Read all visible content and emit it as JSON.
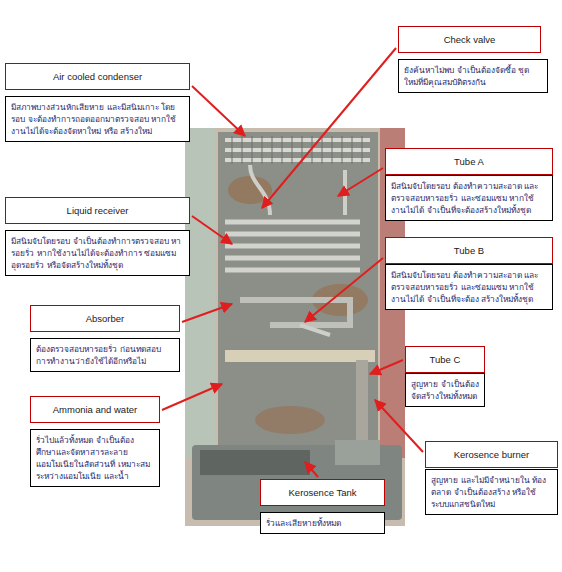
{
  "diagram": {
    "nodes": [
      {
        "text": [
          "Check valve"
        ]
      },
      {
        "text": [
          "ยังค้นหาไม่พบ จำเป็นต้องจัดซื้อ ชุดใหม่ที่มีคุณสมบัติตรงกัน"
        ]
      },
      {
        "text": [
          "Air cooled condenser"
        ]
      },
      {
        "text": [
          "มีสภาพบางส่วนหักเสียหาย และมีสนิมเกาะ โดยรอบ จะต้องทำการถอดออกมาตรวจสอบ หากใช้งานไม่ได้จะต้องจัดหาใหม่ หรือ สร้างใหม่"
        ]
      },
      {
        "text": [
          "Tube A"
        ]
      },
      {
        "text": [
          "มีสนิมจับโดยรอบ ต้องทำความสะอาด และ ตรวจสอบหารอยรั่ว และซ่อมแซม หากใช้ งานไม่ได้ จำเป็นที่จะต้องสร้างใหม่ทั้งชุด"
        ]
      },
      {
        "text": [
          "Liquid receiver"
        ]
      },
      {
        "text": [
          "มีสนิมจับโดยรอบ จำเป็นต้องทำการตรวจสอบ หารอยรั่ว หากใช้งานไม่ได้จะต้องทำการ ซ่อมแซม อุดรอยรั่ว หรือจัดสร้างใหม่ทั้งชุด"
        ]
      },
      {
        "text": [
          "Tube B"
        ]
      },
      {
        "text": [
          "มีสนิมจับโดยรอบ ต้องทำความสะอาด และตรวจสอบหารอยรั่ว และซ่อมแซม หากใช้งานไม่ได้ จำเป็นที่จะต้อง สร้างใหม่ทั้งชุด"
        ]
      },
      {
        "text": [
          "Absorber"
        ]
      },
      {
        "text": [
          "ต้องตรวจสอบหารอยรั่ว ก่อนทดสอบ การทำงานว่ายังใช้ได้อีกหรือไม่"
        ]
      },
      {
        "text": [
          "Tube C"
        ]
      },
      {
        "text": [
          "สูญหาย จำเป็นต้อง จัดสร้างใหม่ทั้งหมด"
        ]
      },
      {
        "text": [
          "Ammonia and water"
        ]
      },
      {
        "text": [
          "รั่วไปแล้วทั้งหมด จำเป็นต้อง ศึกษาและจัดหาสารละลาย แอมโมเนียในสัดส่วนที่ เหมาะสมระหว่างแอมโมเนีย และน้ำ"
        ]
      },
      {
        "text": [
          "Kerosence burner"
        ]
      },
      {
        "text": [
          "สูญหาย และไม่มีจำหน่ายใน ท้องตลาด จำเป็นต้องสร้าง หรือใช้ระบบแกสชนิดใหม่"
        ]
      },
      {
        "text": [
          "Kerosence Tank"
        ]
      },
      {
        "text": [
          "รั่วและเสียหายทั้งหมด"
        ]
      }
    ]
  }
}
